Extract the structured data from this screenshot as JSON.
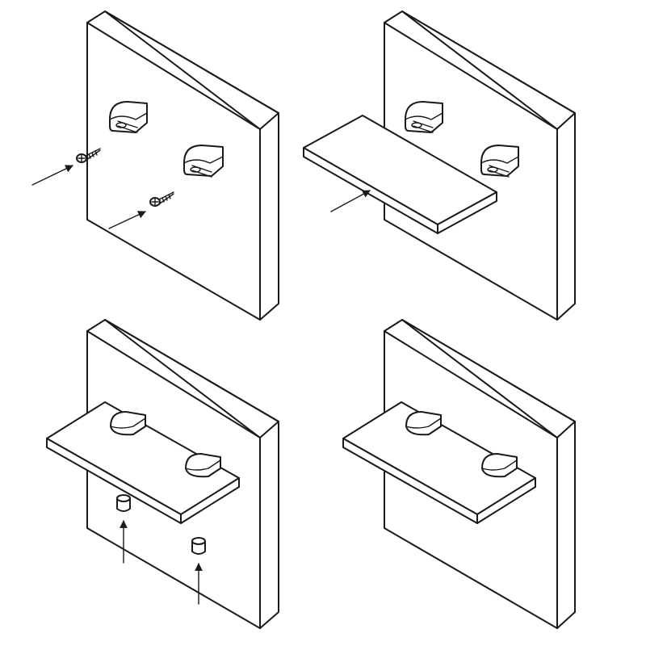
{
  "figure": {
    "steps": [
      {
        "name": "attach-clamps-with-screws",
        "icons": [
          "wall-panel",
          "shelf-clamp",
          "screw",
          "arrow"
        ]
      },
      {
        "name": "slide-in-glass-shelf",
        "icons": [
          "wall-panel",
          "shelf-clamp",
          "glass-shelf",
          "arrow"
        ]
      },
      {
        "name": "tighten-bottom-grub-screws",
        "icons": [
          "wall-panel",
          "glass-shelf",
          "clamp-cap",
          "grub-screw",
          "arrow"
        ]
      },
      {
        "name": "finished-shelf",
        "icons": [
          "wall-panel",
          "glass-shelf",
          "clamp-cap"
        ]
      }
    ],
    "colors": {
      "line": "#1a1a1a",
      "fill": "#ffffff"
    }
  }
}
